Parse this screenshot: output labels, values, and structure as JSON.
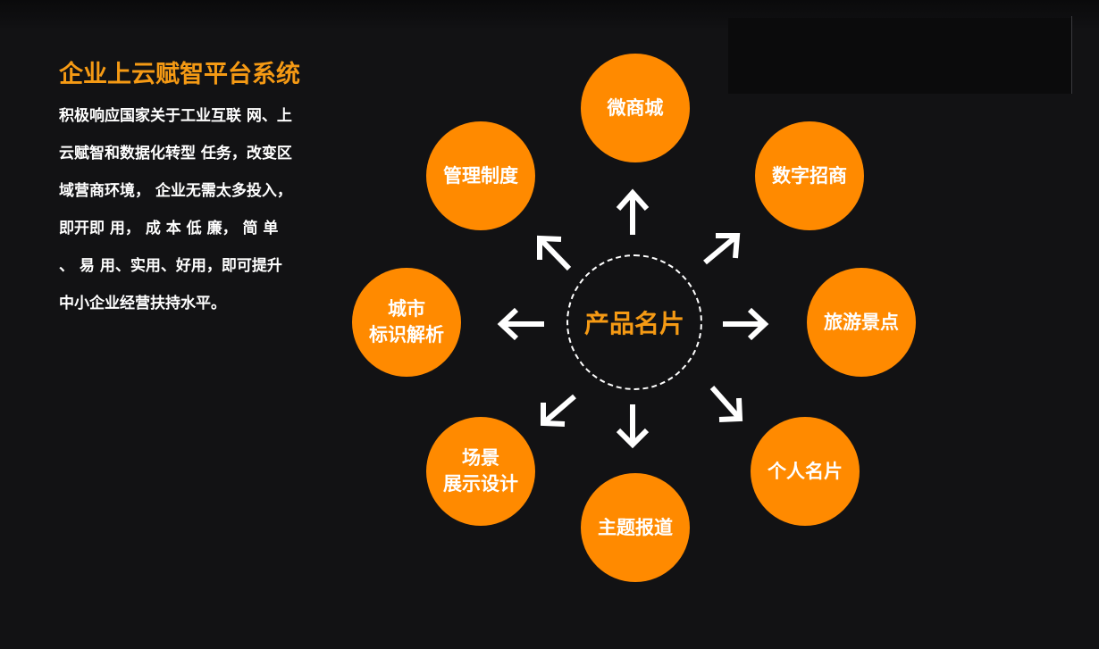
{
  "title": "企业上云赋智平台系统",
  "description_lines": [
    "积极响应国家关于工业互联 网、上",
    "云赋智和数据化转型 任务，改变区",
    "域营商环境， 企业无需太多投入，",
    "即开即 用， 成 本 低 廉， 简 单",
    "、 易 用、实用、好用，即可提升",
    "中小企业经营扶持水平。"
  ],
  "center": {
    "label": "产品名片"
  },
  "nodes": {
    "top": [
      "微商城"
    ],
    "top_right": [
      "数字招商"
    ],
    "right": [
      "旅游景点"
    ],
    "bottom_right": [
      "个人名片"
    ],
    "bottom": [
      "主题报道"
    ],
    "bottom_left": [
      "场景",
      "展示设计"
    ],
    "left": [
      "城市",
      "标识解析"
    ],
    "top_left": [
      "管理制度"
    ]
  },
  "colors": {
    "background": "#121214",
    "accent_orange": "#f59a14",
    "node_fill": "#ff8a00",
    "text_white": "#ffffff"
  }
}
